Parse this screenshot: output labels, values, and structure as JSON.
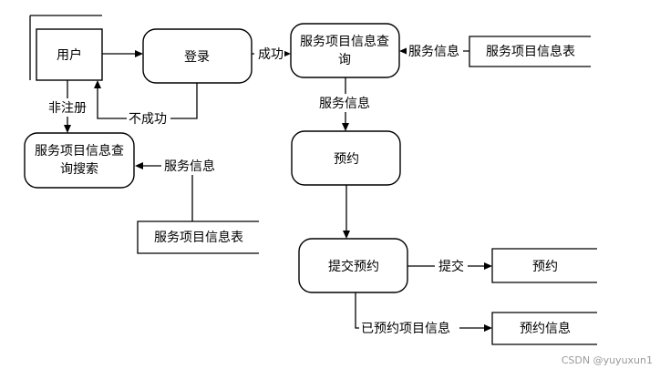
{
  "nodes": {
    "user": "用户",
    "login": "登录",
    "query_line1": "服务项目信息查",
    "query_line2": "询",
    "table_top": "服务项目信息表",
    "search_line1": "服务项目信息查",
    "search_line2": "询搜索",
    "table_bottom": "服务项目信息表",
    "reserve": "预约",
    "submit": "提交预约",
    "reserve_store": "预约",
    "reserve_info_store": "预约信息"
  },
  "edges": {
    "success": "成功",
    "service_info_top": "服务信息",
    "service_info_mid": "服务信息",
    "non_register": "非注册",
    "fail": "不成功",
    "service_info_left": "服务信息",
    "submit_label": "提交",
    "reserved_info": "已预约项目信息"
  },
  "watermark": "CSDN @yuyuxun1"
}
